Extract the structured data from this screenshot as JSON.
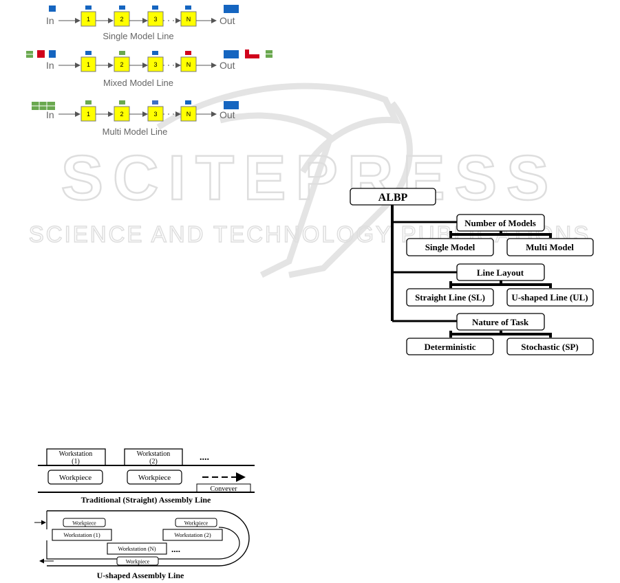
{
  "watermark": {
    "line1": "SCITEPRESS",
    "line2": "SCIENCE AND TECHNOLOGY PUBLICATIONS"
  },
  "model_lines": {
    "in_label": "In",
    "out_label": "Out",
    "station_labels": [
      "1",
      "2",
      "3",
      "N"
    ],
    "rows": [
      {
        "caption": "Single Model Line"
      },
      {
        "caption": "Mixed Model Line"
      },
      {
        "caption": "Multi Model Line"
      }
    ],
    "colors": {
      "station": "#ffff00",
      "blue": "#1565c0",
      "green": "#6aa84f",
      "red": "#d0021b"
    }
  },
  "albp_tree": {
    "root": "ALBP",
    "branches": [
      {
        "label": "Number of Models",
        "children": [
          "Single Model",
          "Multi Model"
        ]
      },
      {
        "label": "Line Layout",
        "children": [
          "Straight Line (SL)",
          "U-shaped Line (UL)"
        ]
      },
      {
        "label": "Nature of Task",
        "children": [
          "Deterministic",
          "Stochastic (SP)"
        ]
      }
    ]
  },
  "straight_line": {
    "stations": [
      "Workstation\n(1)",
      "Workstation\n(2)"
    ],
    "ellipsis": "....",
    "workpieces": [
      "Workpiece",
      "Workpiece"
    ],
    "conveyor": "Conveyer",
    "caption": "Traditional (Straight) Assembly Line"
  },
  "u_line": {
    "workpieces": [
      "Workpiece",
      "Workpiece",
      "Workpiece"
    ],
    "stations": [
      "Workstation (1)",
      "Workstation (2)",
      "Workstation (N)"
    ],
    "ellipsis": "....",
    "caption": "U-shaped Assembly Line"
  }
}
